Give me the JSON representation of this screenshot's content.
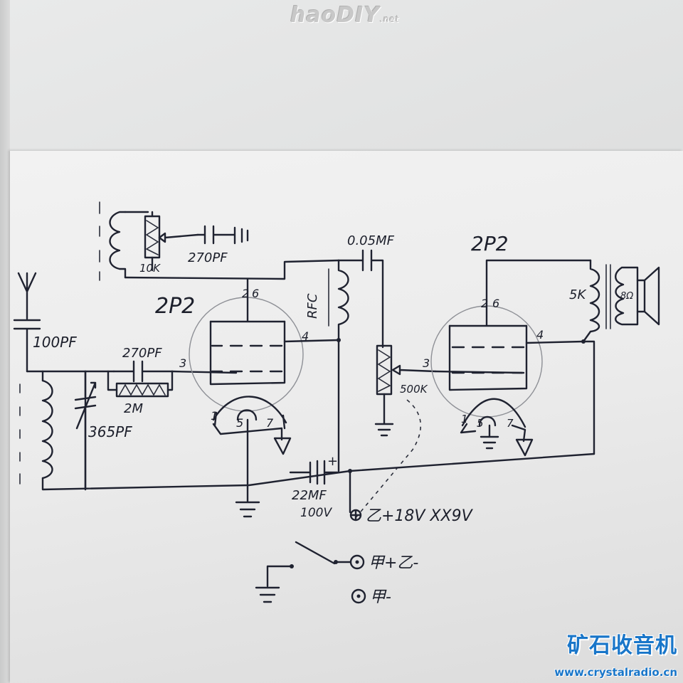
{
  "watermark": {
    "text": "haoDIY",
    "suffix": ".net"
  },
  "brand": {
    "name": "矿石收音机",
    "url": "www.crystalradio.cn"
  },
  "labels": {
    "c_coupling_osc": "270PF",
    "pot_regen": "10K",
    "c_antenna": "100PF",
    "c_grid": "270PF",
    "r_grid": "2M",
    "c_tuning": "365PF",
    "tube1": "2P2",
    "tube2": "2P2",
    "rfc": "RFC",
    "c_couple": "0.05MF",
    "pot_volume": "500K",
    "c_filter_value": "22MF",
    "c_filter_voltage": "100V",
    "xfmr_primary": "5K",
    "speaker": "8Ω",
    "pin2a": "2",
    "pin6a": "6",
    "pin4a": "4",
    "pin3a": "3",
    "pin1a": "1",
    "pin5a": "5",
    "pin7a": "7",
    "pin2b": "2",
    "pin6b": "6",
    "pin4b": "4",
    "pin3b": "3",
    "pin1b": "1",
    "pin5b": "5",
    "pin7b": "7",
    "plus_sign": "+",
    "term_b_plus": "乙+18V XX9V",
    "term_a_plus_b_minus": "甲+乙-",
    "term_a_minus": "甲-"
  }
}
